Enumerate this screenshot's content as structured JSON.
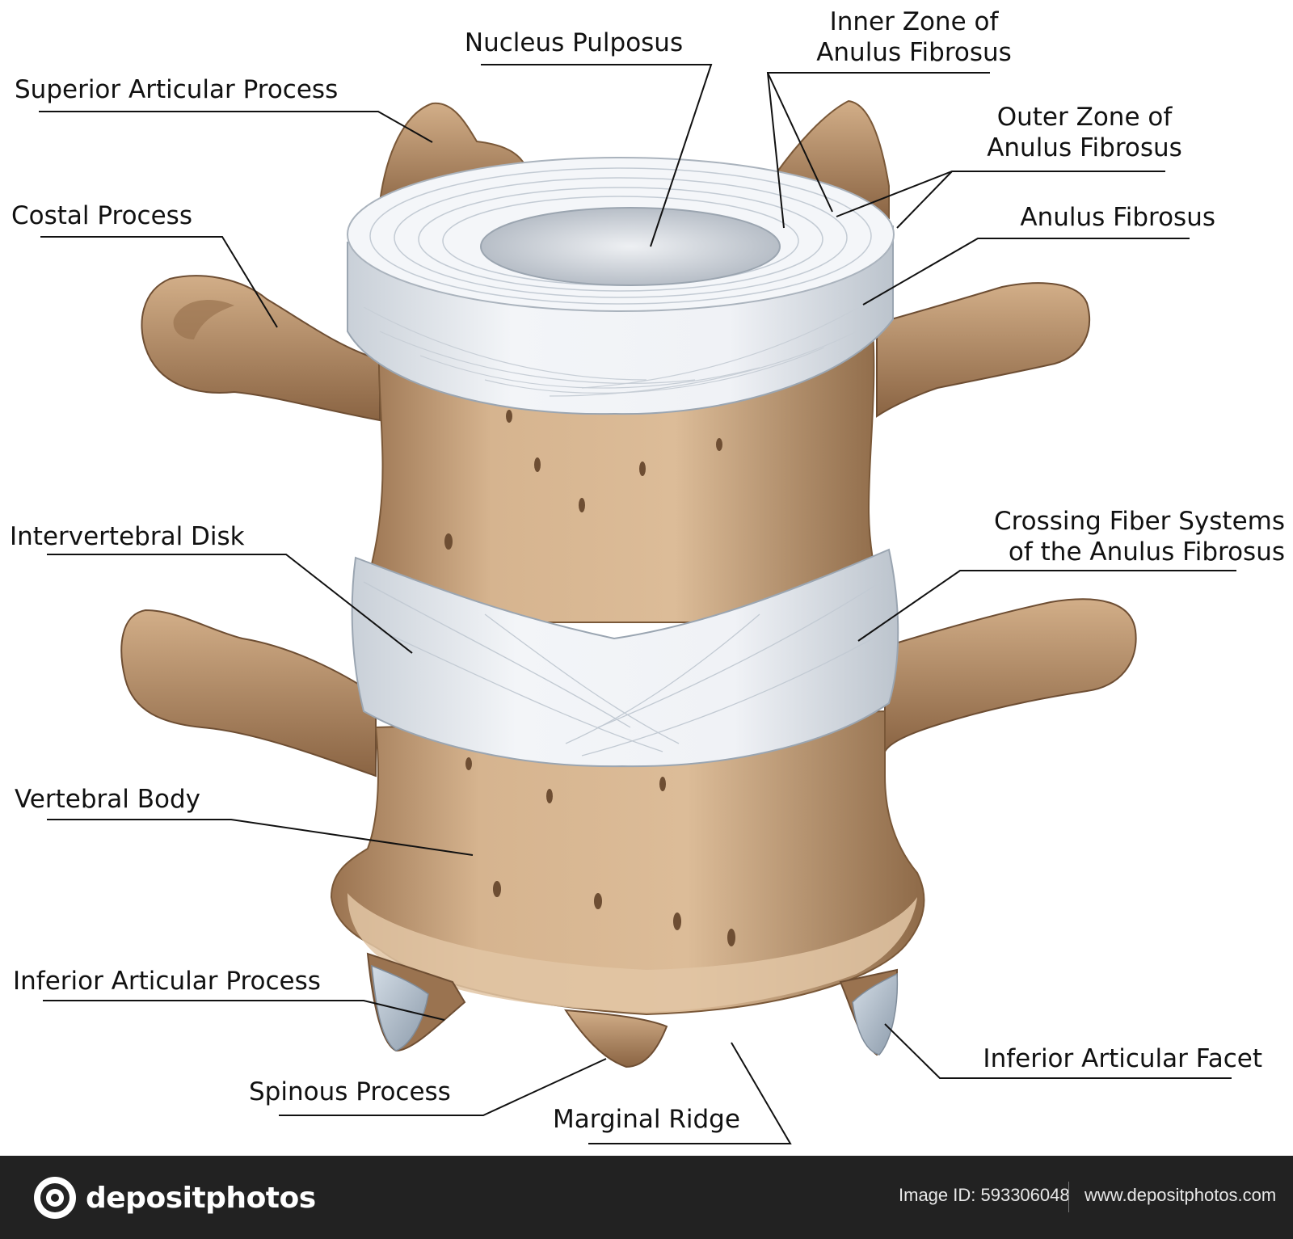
{
  "labels": {
    "nucleus_pulposus": "Nucleus Pulposus",
    "inner_zone": [
      "Inner Zone of",
      "Anulus Fibrosus"
    ],
    "superior_articular_process": "Superior Articular Process",
    "outer_zone": [
      "Outer Zone of",
      "Anulus Fibrosus"
    ],
    "costal_process": "Costal Process",
    "anulus_fibrosus": "Anulus Fibrosus",
    "intervertebral_disk": "Intervertebral Disk",
    "crossing_fiber_systems": [
      "Crossing Fiber Systems",
      "of the Anulus Fibrosus"
    ],
    "vertebral_body": "Vertebral Body",
    "inferior_articular_process": "Inferior Articular Process",
    "inferior_articular_facet": "Inferior Articular Facet",
    "spinous_process": "Spinous Process",
    "marginal_ridge": "Marginal Ridge"
  },
  "colors": {
    "bone": "#d6b48f",
    "bone_shadow": "#9a7350",
    "bone_dark": "#6e4e33",
    "disk": "#eef1f5",
    "disk_fiber": "#b9c2cc",
    "nucleus": "#cfd4da",
    "facet": "#aebccb",
    "leader_line": "#111111",
    "footer_bg": "#222222"
  },
  "footer": {
    "logo_text": "depositphotos",
    "image_id": "Image ID: 593306048",
    "website": "www.depositphotos.com"
  }
}
